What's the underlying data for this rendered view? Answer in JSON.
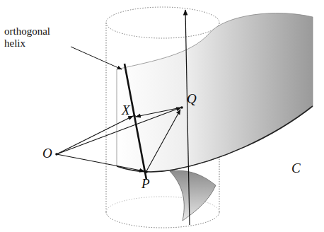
{
  "diagram": {
    "labels": [
      "orthogonal helix",
      "X",
      "Q",
      "O",
      "P",
      "C"
    ]
  }
}
